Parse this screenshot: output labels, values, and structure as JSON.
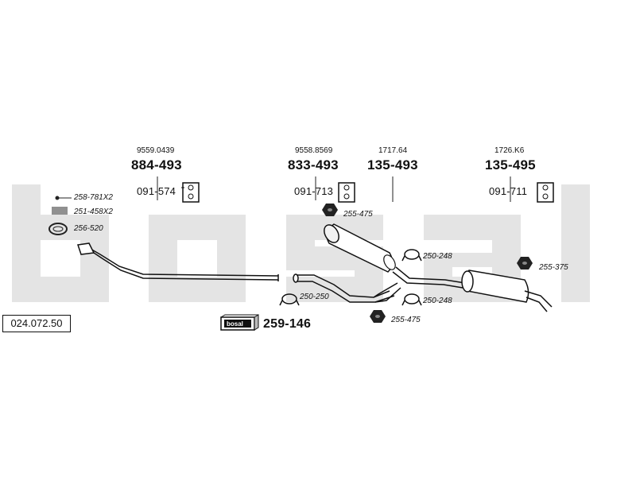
{
  "watermark": "bosal",
  "catalog_number": "024.072.50",
  "groups": [
    {
      "ref": "9559.0439",
      "part": "884-493",
      "hanger": "091-574"
    },
    {
      "ref": "9558.8569",
      "part": "833-493",
      "hanger": "091-713"
    },
    {
      "ref": "1717.64",
      "part": "135-493"
    },
    {
      "ref": "1726.K6",
      "part": "135-495",
      "hanger": "091-711"
    }
  ],
  "left_parts": {
    "bolt": "258-781X2",
    "spring": "251-458X2",
    "gasket": "256-520"
  },
  "labels": {
    "nut_top": "255-475",
    "clamp_mid": "250-248",
    "clamp_left": "250-250",
    "clamp_low": "250-248",
    "nut_low": "255-475",
    "nut_right": "255-375"
  },
  "kit": {
    "logo_text": "bosal",
    "part": "259-146"
  }
}
